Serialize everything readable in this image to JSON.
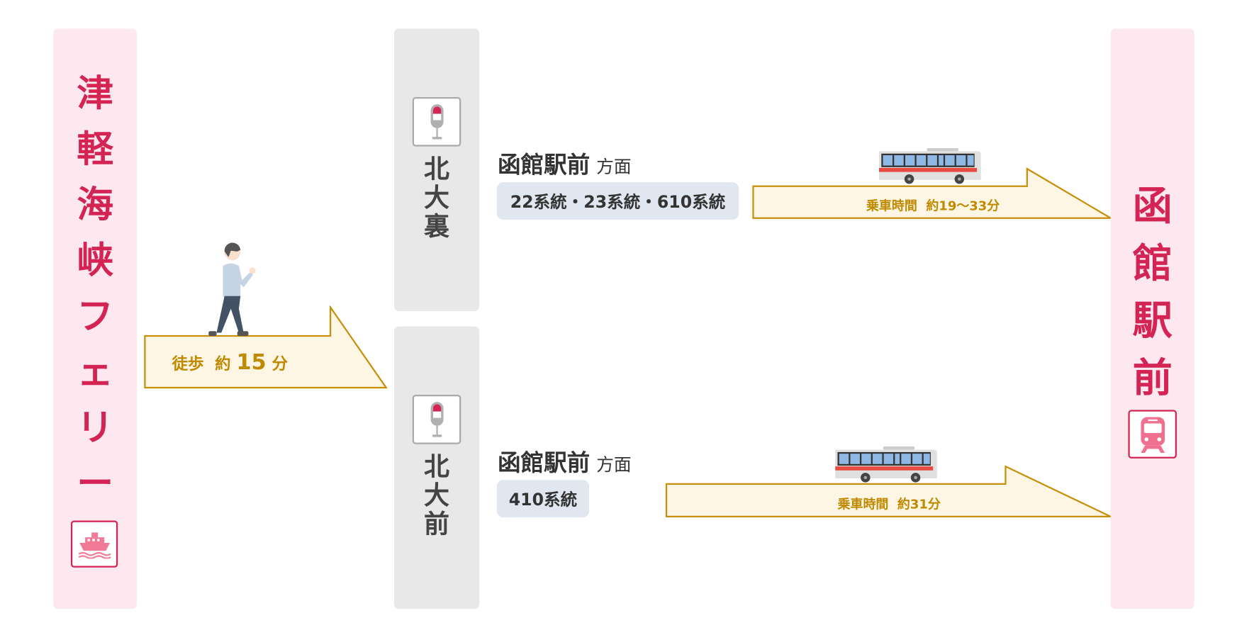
{
  "origin": {
    "name_chars": [
      "津",
      "軽",
      "海",
      "峡",
      "フ",
      "ェ",
      "リ",
      "ー"
    ],
    "icon": "ferry-icon"
  },
  "walk": {
    "label": "徒歩",
    "approx": "約",
    "minutes": "15",
    "unit": "分"
  },
  "stops": [
    {
      "name_chars": [
        "北",
        "大",
        "裏"
      ],
      "icon": "bus-stop-icon",
      "direction_dest": "函館駅前",
      "direction_suffix": "方面",
      "routes": "22系統・23系統・610系統",
      "ride_label": "乗車時間",
      "ride_time": "約19〜33分"
    },
    {
      "name_chars": [
        "北",
        "大",
        "前"
      ],
      "icon": "bus-stop-icon",
      "direction_dest": "函館駅前",
      "direction_suffix": "方面",
      "routes": "410系統",
      "ride_label": "乗車時間",
      "ride_time": "約31分"
    }
  ],
  "destination": {
    "name_chars": [
      "函",
      "館",
      "駅",
      "前"
    ],
    "icon": "train-icon"
  },
  "colors": {
    "accent": "#d42454",
    "pink_bg": "#fde8ef",
    "gray_bg": "#e8e8e8",
    "arrow_fill": "#fdf6e4",
    "arrow_stroke": "#c8900a",
    "arrow_text": "#c08a00",
    "pill_bg": "#e1e7f0"
  }
}
